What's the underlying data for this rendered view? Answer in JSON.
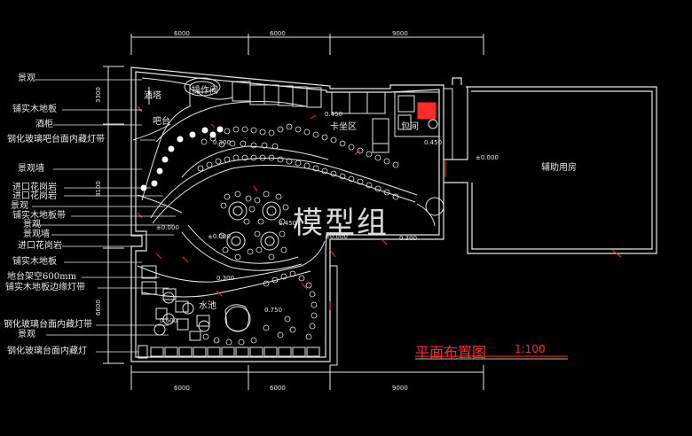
{
  "drawing": {
    "title": "平面布置图",
    "scale": "1:100",
    "watermark": "模型组"
  },
  "dimensions": {
    "top": [
      "6000",
      "6000",
      "9000"
    ],
    "bottom": [
      "6000",
      "6000",
      "9000"
    ],
    "left": [
      "3300",
      "8100",
      "6600"
    ]
  },
  "callouts": [
    "景观",
    "铺实木地板",
    "酒柜",
    "钢化玻璃吧台面内藏灯带",
    "景观墙",
    "进口花岗岩",
    "进口花岗岩",
    "景观",
    "铺实木地板带",
    "景观",
    "景观墙",
    "进口花岗岩",
    "铺实木地板",
    "地台架空600mm",
    "铺实木地板边缘灯带",
    "钢化玻璃台面内藏灯带",
    "景观",
    "钢化玻璃台面内藏灯"
  ],
  "rooms": {
    "wine_tower": "酒塔",
    "operation": "操作间",
    "bar": "吧台",
    "booth": "卡坐区",
    "kitchen": "包间",
    "water": "水池",
    "auxiliary": "辅助用房"
  },
  "levels": {
    "l1": "0.450",
    "l2": "0.300",
    "l3": "±0.000",
    "l4": "0.450",
    "l5": "±0.000",
    "l6": "0.300",
    "l7": "±0.000",
    "l8": "±0.000",
    "l9": "0.450",
    "l10": "0.300",
    "l11": "0.750",
    "l12": "0.600"
  },
  "colors": {
    "background": "#000000",
    "line": "#e6e6e6",
    "accent": "#ff2a2a"
  }
}
